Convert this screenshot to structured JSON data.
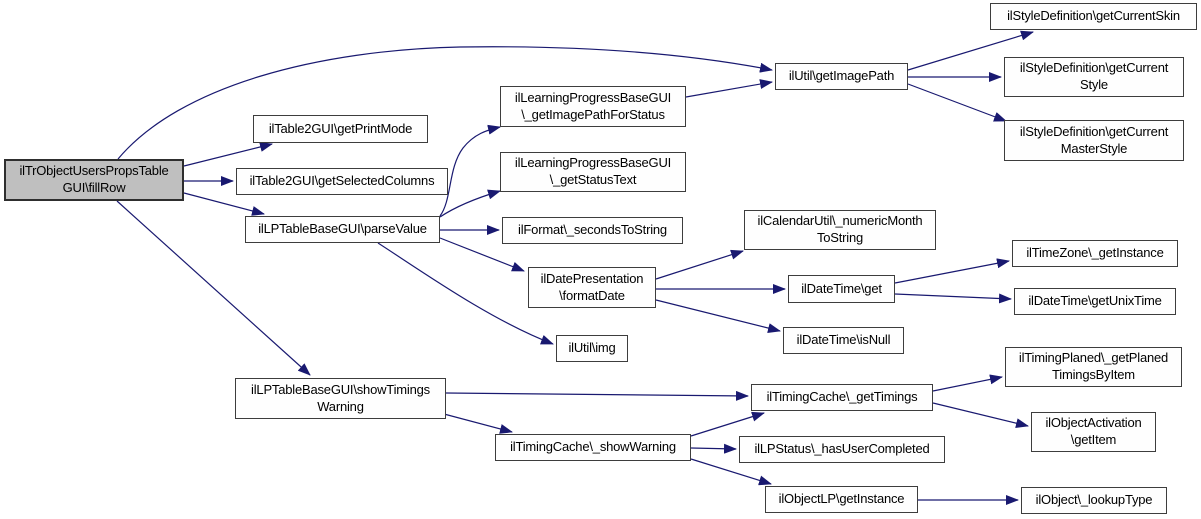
{
  "diagram": {
    "type": "call-graph",
    "colors": {
      "background": "#ffffff",
      "edge": "#191970",
      "node_border": "#3d3d3d",
      "node_fill": "#fefefe",
      "root_node_fill": "#bfbfbf",
      "text": "#000000"
    }
  },
  "nodes": {
    "fillRow": {
      "label": "ilTrObjectUsersPropsTable\nGUI\\fillRow"
    },
    "getPrintMode": {
      "label": "ilTable2GUI\\getPrintMode"
    },
    "getSelectedColumns": {
      "label": "ilTable2GUI\\getSelectedColumns"
    },
    "parseValue": {
      "label": "ilLPTableBaseGUI\\parseValue"
    },
    "getImagePathForStatus": {
      "label": "ilLearningProgressBaseGUI\n\\_getImagePathForStatus"
    },
    "getStatusText": {
      "label": "ilLearningProgressBaseGUI\n\\_getStatusText"
    },
    "secondsToString": {
      "label": "ilFormat\\_secondsToString"
    },
    "formatDate": {
      "label": "ilDatePresentation\n\\formatDate"
    },
    "img": {
      "label": "ilUtil\\img"
    },
    "getImagePath": {
      "label": "ilUtil\\getImagePath"
    },
    "getCurrentSkin": {
      "label": "ilStyleDefinition\\getCurrentSkin"
    },
    "getCurrentStyle": {
      "label": "ilStyleDefinition\\getCurrent\nStyle"
    },
    "getCurrentMasterStyle": {
      "label": "ilStyleDefinition\\getCurrent\nMasterStyle"
    },
    "numericMonthToString": {
      "label": "ilCalendarUtil\\_numericMonth\nToString"
    },
    "dateTimeGet": {
      "label": "ilDateTime\\get"
    },
    "isNull": {
      "label": "ilDateTime\\isNull"
    },
    "timeZoneGetInstance": {
      "label": "ilTimeZone\\_getInstance"
    },
    "getUnixTime": {
      "label": "ilDateTime\\getUnixTime"
    },
    "showTimingsWarning": {
      "label": "ilLPTableBaseGUI\\showTimings\nWarning"
    },
    "showWarning": {
      "label": "ilTimingCache\\_showWarning"
    },
    "getTimings": {
      "label": "ilTimingCache\\_getTimings"
    },
    "hasUserCompleted": {
      "label": "ilLPStatus\\_hasUserCompleted"
    },
    "objectLPGetInstance": {
      "label": "ilObjectLP\\getInstance"
    },
    "getPlanedTimingsByItem": {
      "label": "ilTimingPlaned\\_getPlaned\nTimingsByItem"
    },
    "getItem": {
      "label": "ilObjectActivation\n\\getItem"
    },
    "lookupType": {
      "label": "ilObject\\_lookupType"
    }
  },
  "edges": [
    {
      "from": "fillRow",
      "to": "getImagePath"
    },
    {
      "from": "fillRow",
      "to": "getPrintMode"
    },
    {
      "from": "fillRow",
      "to": "getSelectedColumns"
    },
    {
      "from": "fillRow",
      "to": "parseValue"
    },
    {
      "from": "fillRow",
      "to": "showTimingsWarning"
    },
    {
      "from": "parseValue",
      "to": "getImagePathForStatus"
    },
    {
      "from": "parseValue",
      "to": "getStatusText"
    },
    {
      "from": "parseValue",
      "to": "secondsToString"
    },
    {
      "from": "parseValue",
      "to": "formatDate"
    },
    {
      "from": "parseValue",
      "to": "img"
    },
    {
      "from": "getImagePathForStatus",
      "to": "getImagePath"
    },
    {
      "from": "getImagePath",
      "to": "getCurrentSkin"
    },
    {
      "from": "getImagePath",
      "to": "getCurrentStyle"
    },
    {
      "from": "getImagePath",
      "to": "getCurrentMasterStyle"
    },
    {
      "from": "formatDate",
      "to": "numericMonthToString"
    },
    {
      "from": "formatDate",
      "to": "dateTimeGet"
    },
    {
      "from": "formatDate",
      "to": "isNull"
    },
    {
      "from": "dateTimeGet",
      "to": "timeZoneGetInstance"
    },
    {
      "from": "dateTimeGet",
      "to": "getUnixTime"
    },
    {
      "from": "showTimingsWarning",
      "to": "getTimings"
    },
    {
      "from": "showTimingsWarning",
      "to": "showWarning"
    },
    {
      "from": "showWarning",
      "to": "getTimings"
    },
    {
      "from": "showWarning",
      "to": "hasUserCompleted"
    },
    {
      "from": "showWarning",
      "to": "objectLPGetInstance"
    },
    {
      "from": "getTimings",
      "to": "getPlanedTimingsByItem"
    },
    {
      "from": "getTimings",
      "to": "getItem"
    },
    {
      "from": "objectLPGetInstance",
      "to": "lookupType"
    }
  ]
}
